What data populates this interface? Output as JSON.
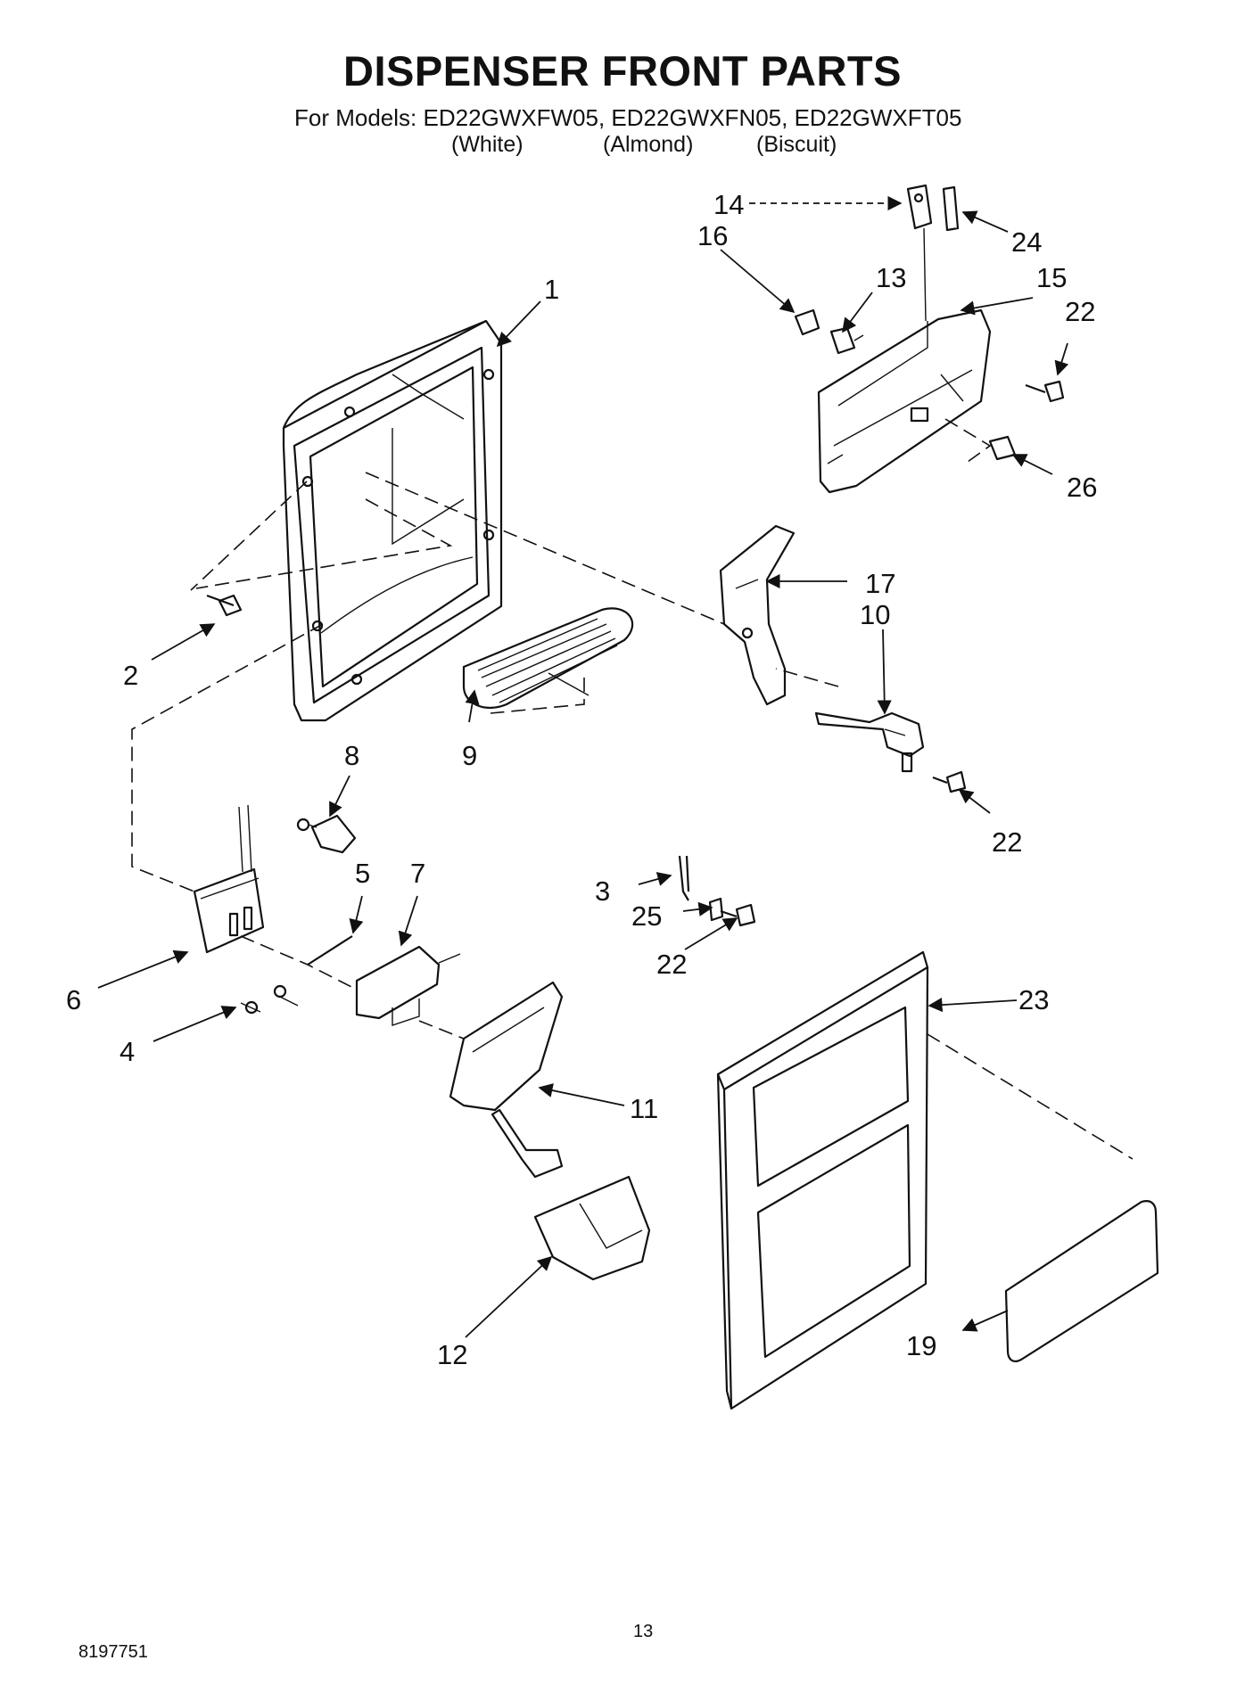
{
  "header": {
    "title": "DISPENSER FRONT PARTS",
    "models_line": "For Models: ED22GWXFW05, ED22GWXFN05, ED22GWXFT05",
    "finishes": [
      "(White)",
      "(Almond)",
      "(Biscuit)"
    ]
  },
  "callouts": {
    "c1": "1",
    "c2": "2",
    "c3": "3",
    "c4": "4",
    "c5": "5",
    "c6": "6",
    "c7": "7",
    "c8": "8",
    "c9": "9",
    "c10": "10",
    "c11": "11",
    "c12": "12",
    "c13": "13",
    "c14": "14",
    "c15": "15",
    "c16": "16",
    "c17": "17",
    "c19": "19",
    "c22a": "22",
    "c22b": "22",
    "c22c": "22",
    "c23": "23",
    "c24": "24",
    "c25": "25",
    "c26": "26"
  },
  "footer": {
    "doc_number": "8197751",
    "page_number": "13"
  }
}
